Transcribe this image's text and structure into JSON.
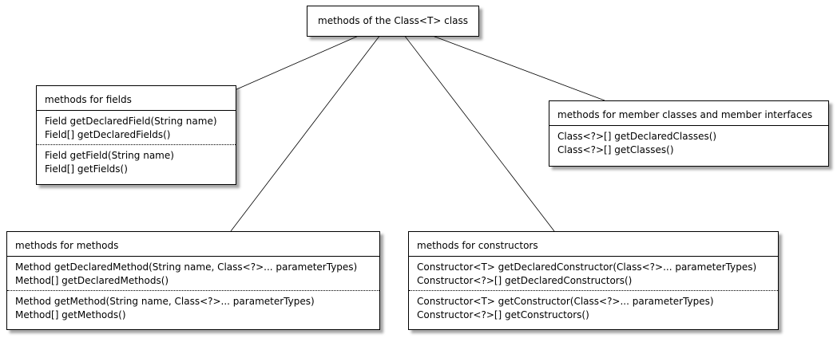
{
  "root": {
    "label": "methods of the Class<T> class"
  },
  "nodes": {
    "fields": {
      "title": "methods for fields",
      "sections": [
        [
          "Field getDeclaredField(String name)",
          "Field[] getDeclaredFields()"
        ],
        [
          "Field getField(String name)",
          "Field[] getFields()"
        ]
      ]
    },
    "members": {
      "title": "methods for member classes and member interfaces",
      "sections": [
        [
          "Class<?>[] getDeclaredClasses()",
          "Class<?>[] getClasses()"
        ]
      ]
    },
    "methods": {
      "title": "methods for methods",
      "sections": [
        [
          "Method getDeclaredMethod(String name, Class<?>... parameterTypes)",
          "Method[] getDeclaredMethods()"
        ],
        [
          "Method getMethod(String name, Class<?>... parameterTypes)",
          "Method[] getMethods()"
        ]
      ]
    },
    "ctors": {
      "title": "methods for constructors",
      "sections": [
        [
          "Constructor<T> getDeclaredConstructor(Class<?>... parameterTypes)",
          "Constructor<?>[] getDeclaredConstructors()"
        ],
        [
          "Constructor<T> getConstructor(Class<?>... parameterTypes)",
          "Constructor<?>[] getConstructors()"
        ]
      ]
    }
  }
}
